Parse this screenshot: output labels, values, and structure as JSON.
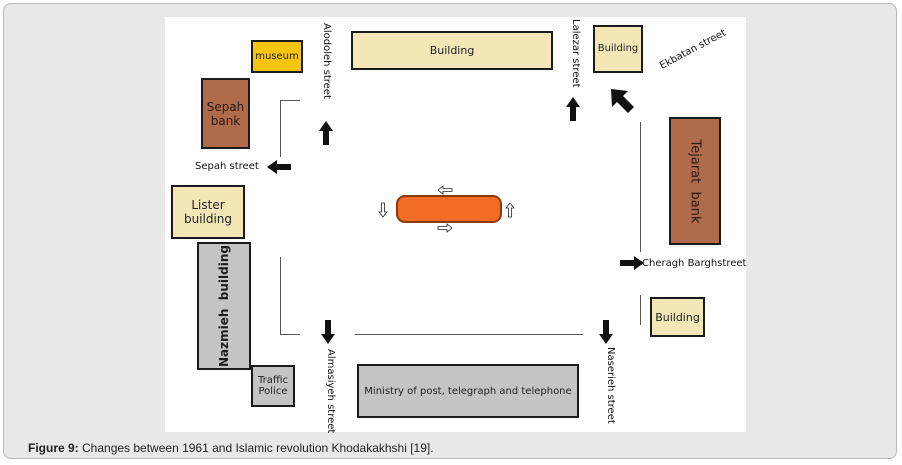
{
  "buildings": {
    "museum": "museum",
    "building_top": "Building",
    "building_topright": "Building",
    "sepah_bank_1": "Sepah",
    "sepah_bank_2": "bank",
    "tejarat_bank": "Tejarat  bank",
    "lister_1": "Lister",
    "lister_2": "building",
    "nazmieh": "Nazmieh  building",
    "building_right": "Building",
    "traffic_1": "Traffic",
    "traffic_2": "Police",
    "ministry": "Ministry of post, telegraph and telephone"
  },
  "streets": {
    "alodoleh": "Alodoleh street",
    "lalezar": "Lalezar street",
    "ekbatan": "Ekbatan street",
    "sepah": "Sepah street",
    "cheragh": "Cheragh Barghstreet",
    "almasiyeh": "Almasiyeh street",
    "naserieh": "Naserieh street"
  },
  "caption": {
    "label": "Figure 9:",
    "text": " Changes between 1961 and Islamic revolution Khodakakhshi [19]."
  },
  "colors": {
    "beige": "#f3e7b8",
    "museum": "#f6c50f",
    "brown": "#b06b4b",
    "grey": "#c4c4c4",
    "orange": "#f26c23"
  }
}
